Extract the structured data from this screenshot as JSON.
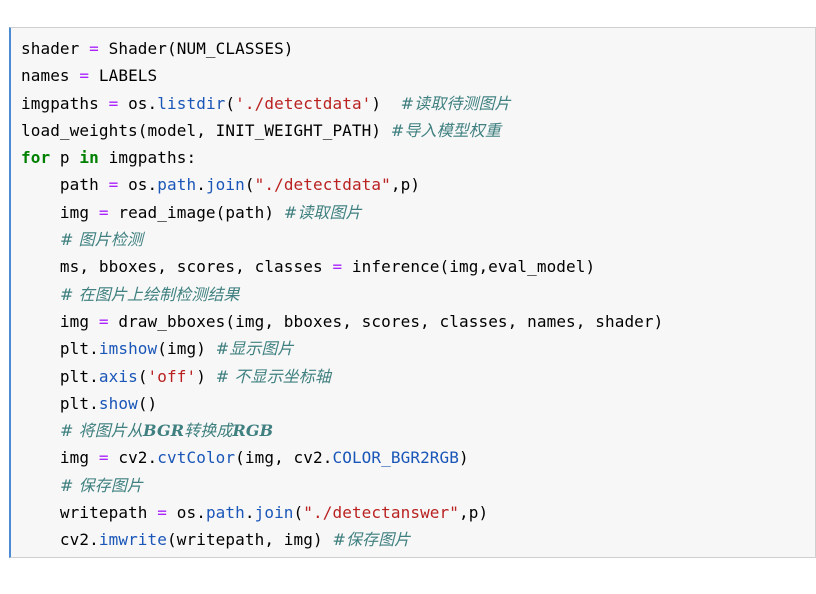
{
  "editor": {
    "cell_type": "code",
    "lines": [
      [
        {
          "c": "t",
          "v": "shader "
        },
        {
          "c": "op",
          "v": "="
        },
        {
          "c": "t",
          "v": " Shader(NUM_CLASSES)"
        }
      ],
      [
        {
          "c": "t",
          "v": "names "
        },
        {
          "c": "op",
          "v": "="
        },
        {
          "c": "t",
          "v": " LABELS"
        }
      ],
      [
        {
          "c": "t",
          "v": "imgpaths "
        },
        {
          "c": "op",
          "v": "="
        },
        {
          "c": "t",
          "v": " os."
        },
        {
          "c": "fn",
          "v": "listdir"
        },
        {
          "c": "t",
          "v": "("
        },
        {
          "c": "str",
          "v": "'./detectdata'"
        },
        {
          "c": "t",
          "v": ")  "
        },
        {
          "c": "cm",
          "v": "#读取待测图片"
        }
      ],
      [
        {
          "c": "t",
          "v": "load_weights(model, INIT_WEIGHT_PATH) "
        },
        {
          "c": "cm",
          "v": "#导入模型权重"
        }
      ],
      [
        {
          "c": "kw",
          "v": "for"
        },
        {
          "c": "t",
          "v": " p "
        },
        {
          "c": "kw",
          "v": "in"
        },
        {
          "c": "t",
          "v": " imgpaths:"
        }
      ],
      [
        {
          "c": "t",
          "v": "    path "
        },
        {
          "c": "op",
          "v": "="
        },
        {
          "c": "t",
          "v": " os."
        },
        {
          "c": "fn",
          "v": "path"
        },
        {
          "c": "t",
          "v": "."
        },
        {
          "c": "fn",
          "v": "join"
        },
        {
          "c": "t",
          "v": "("
        },
        {
          "c": "str",
          "v": "\"./detectdata\""
        },
        {
          "c": "t",
          "v": ",p)"
        }
      ],
      [
        {
          "c": "t",
          "v": "    img "
        },
        {
          "c": "op",
          "v": "="
        },
        {
          "c": "t",
          "v": " read_image(path) "
        },
        {
          "c": "cm",
          "v": "#读取图片"
        }
      ],
      [
        {
          "c": "t",
          "v": "    "
        },
        {
          "c": "cm",
          "v": "# 图片检测"
        }
      ],
      [
        {
          "c": "t",
          "v": "    ms, bboxes, scores, classes "
        },
        {
          "c": "op",
          "v": "="
        },
        {
          "c": "t",
          "v": " inference(img,eval_model)"
        }
      ],
      [
        {
          "c": "t",
          "v": "    "
        },
        {
          "c": "cm",
          "v": "# 在图片上绘制检测结果"
        }
      ],
      [
        {
          "c": "t",
          "v": "    img "
        },
        {
          "c": "op",
          "v": "="
        },
        {
          "c": "t",
          "v": " draw_bboxes(img, bboxes, scores, classes, names, shader)"
        }
      ],
      [
        {
          "c": "t",
          "v": "    plt."
        },
        {
          "c": "fn",
          "v": "imshow"
        },
        {
          "c": "t",
          "v": "(img) "
        },
        {
          "c": "cm",
          "v": "#显示图片"
        }
      ],
      [
        {
          "c": "t",
          "v": "    plt."
        },
        {
          "c": "fn",
          "v": "axis"
        },
        {
          "c": "t",
          "v": "("
        },
        {
          "c": "str",
          "v": "'off'"
        },
        {
          "c": "t",
          "v": ") "
        },
        {
          "c": "cm",
          "v": "# 不显示坐标轴"
        }
      ],
      [
        {
          "c": "t",
          "v": "    plt."
        },
        {
          "c": "fn",
          "v": "show"
        },
        {
          "c": "t",
          "v": "()"
        }
      ],
      [
        {
          "c": "t",
          "v": "    "
        },
        {
          "c": "cm",
          "v": "# 将图片从"
        },
        {
          "c": "cmb",
          "v": "BGR"
        },
        {
          "c": "cm",
          "v": "转换成"
        },
        {
          "c": "cmb",
          "v": "RGB"
        }
      ],
      [
        {
          "c": "t",
          "v": "    img "
        },
        {
          "c": "op",
          "v": "="
        },
        {
          "c": "t",
          "v": " cv2."
        },
        {
          "c": "fn",
          "v": "cvtColor"
        },
        {
          "c": "t",
          "v": "(img, cv2."
        },
        {
          "c": "fn",
          "v": "COLOR_BGR2RGB"
        },
        {
          "c": "t",
          "v": ")"
        }
      ],
      [
        {
          "c": "t",
          "v": "    "
        },
        {
          "c": "cm",
          "v": "# 保存图片"
        }
      ],
      [
        {
          "c": "t",
          "v": "    writepath "
        },
        {
          "c": "op",
          "v": "="
        },
        {
          "c": "t",
          "v": " os."
        },
        {
          "c": "fn",
          "v": "path"
        },
        {
          "c": "t",
          "v": "."
        },
        {
          "c": "fn",
          "v": "join"
        },
        {
          "c": "t",
          "v": "("
        },
        {
          "c": "str",
          "v": "\"./detectanswer\""
        },
        {
          "c": "t",
          "v": ",p)"
        }
      ],
      [
        {
          "c": "t",
          "v": "    cv2."
        },
        {
          "c": "fn",
          "v": "imwrite"
        },
        {
          "c": "t",
          "v": "(writepath, img) "
        },
        {
          "c": "cm",
          "v": "#保存图片"
        }
      ]
    ]
  },
  "colors": {
    "keyword": "#008000",
    "operator": "#aa22ff",
    "string": "#ba2121",
    "builtin": "#1a56b8",
    "comment": "#408080",
    "cell_border_active": "#4a8bd4",
    "cell_background": "#f7f7f7"
  }
}
